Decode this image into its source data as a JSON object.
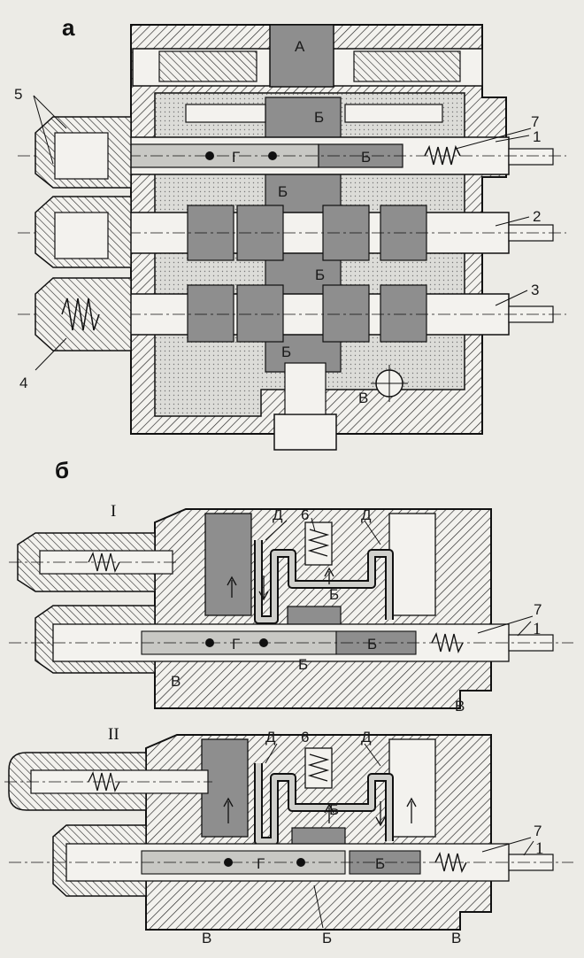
{
  "panel_a": {
    "letter": "а",
    "callouts": {
      "n1": "1",
      "n2": "2",
      "n3": "3",
      "n4": "4",
      "n5": "5",
      "n7": "7"
    },
    "zones": {
      "A": "А",
      "B1": "Б",
      "B2": "Б",
      "B3": "Б",
      "B4": "Б",
      "B5": "Б",
      "G": "Г",
      "V": "В"
    }
  },
  "panel_b": {
    "letter": "б",
    "view1": {
      "roman": "I",
      "callouts": {
        "n6": "6",
        "n7": "7",
        "n1": "1"
      },
      "zones": {
        "D1": "Д",
        "D2": "Д",
        "B1": "Б",
        "B2": "Б",
        "B3": "Б",
        "G": "Г",
        "V1": "В",
        "V2": "В"
      }
    },
    "view2": {
      "roman": "II",
      "callouts": {
        "n6": "6",
        "n7": "7",
        "n1": "1"
      },
      "zones": {
        "D1": "Д",
        "D2": "Д",
        "B1": "Б",
        "B2": "Б",
        "B3": "Б",
        "G": "Г",
        "V1": "В",
        "V2": "В"
      }
    }
  },
  "colors": {
    "ink": "#1a1a1a",
    "paper": "#ecebe6",
    "cavity": "#d4d4d0",
    "gray_fill": "#8e8e8e"
  }
}
